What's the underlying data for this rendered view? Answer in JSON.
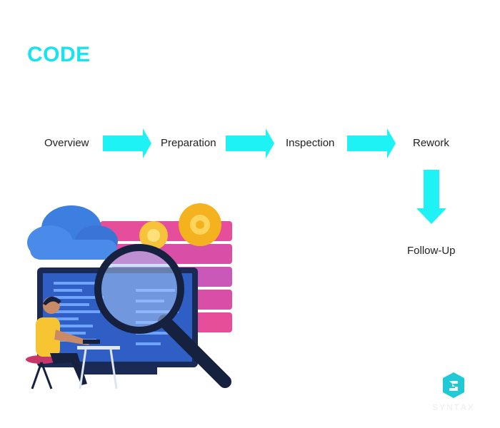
{
  "slide": {
    "title": "CODE"
  },
  "flow": {
    "steps": [
      {
        "label": "Overview"
      },
      {
        "label": "Preparation"
      },
      {
        "label": "Inspection"
      },
      {
        "label": "Rework"
      },
      {
        "label": "Follow-Up"
      }
    ],
    "arrow_color": "#1ef2f4"
  },
  "illustration": {
    "icons": [
      "cloud-icon",
      "gear-icon",
      "magnifier-icon",
      "monitor-icon",
      "person-icon"
    ]
  },
  "logo": {
    "icon": "syntax-logo-icon",
    "text": "SYNTAX"
  }
}
